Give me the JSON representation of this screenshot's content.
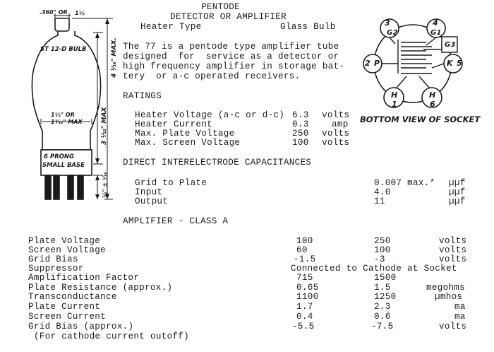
{
  "header": {
    "title": "PENTODE",
    "subtitle": "DETECTOR OR AMPLIFIER",
    "heater_type": "Heater Type",
    "bulb_type": "Glass Bulb"
  },
  "description": [
    "The 77 is a pentode type amplifier tube",
    "designed  for  service as a detector or",
    "high frequency amplifier in storage bat-",
    "tery  or a-c operated receivers."
  ],
  "tube_drawing": {
    "bulb_label_1": "ST 12-D BULB",
    "base_label_1": "6 PRONG",
    "base_label_2": "SMALL BASE",
    "top_dim": ".360\" OR",
    "cap_dim": "1½",
    "neck_dim_1": "1½\" OR",
    "neck_dim_2": "1³⁄₁₆\" MAX",
    "height_max": "4 ¹⁄₁₆\" MAX.",
    "body_max": "3 ¹⁄₃₂\" MAX",
    "base_dim": "½\" ± ¹⁄₁₆"
  },
  "socket": {
    "caption": "BOTTOM VIEW OF SOCKET",
    "pins": [
      {
        "num": "3",
        "label": "G2"
      },
      {
        "num": "4",
        "label": "G1"
      },
      {
        "num": "",
        "label": "G3"
      },
      {
        "num": "2",
        "label": "P"
      },
      {
        "num": "5",
        "label": "K"
      },
      {
        "num": "1",
        "label": "H"
      },
      {
        "num": "6",
        "label": "H"
      }
    ]
  },
  "ratings": {
    "heading": "RATINGS",
    "rows": [
      {
        "label": "Heater Voltage (a-c or d-c)",
        "value": "6.3",
        "unit": "volts"
      },
      {
        "label": "Heater Current",
        "value": "0.3",
        "unit": "amp"
      },
      {
        "label": "Max. Plate Voltage",
        "value": "250",
        "unit": "volts"
      },
      {
        "label": "Max. Screen Voltage",
        "value": "100",
        "unit": "volts"
      }
    ]
  },
  "capacitances": {
    "heading": "DIRECT INTERELECTRODE CAPACITANCES",
    "rows": [
      {
        "label": "Grid to Plate",
        "value": "0.007 max.*",
        "unit": "µµf"
      },
      {
        "label": "Input",
        "value": "4.0",
        "unit": "µµf"
      },
      {
        "label": "Output",
        "value": "11",
        "unit": "µµf"
      }
    ]
  },
  "amplifier": {
    "heading": "AMPLIFIER - CLASS A",
    "rows": [
      {
        "label": "Plate Voltage",
        "v1": "100",
        "v2": "250",
        "unit": "volts"
      },
      {
        "label": "Screen Voltage",
        "v1": "60",
        "v2": "100",
        "unit": "volts"
      },
      {
        "label": "Grid Bias",
        "v1": "-1.5",
        "v2": "-3",
        "unit": "volts"
      },
      {
        "label": "Suppressor",
        "span": "Connected to Cathode at Socket"
      },
      {
        "label": "Amplification Factor",
        "v1": "715",
        "v2": "1500",
        "unit": ""
      },
      {
        "label": "Plate Resistance (approx.)",
        "v1": "0.65",
        "v2": "1.5",
        "unit": "megohms"
      },
      {
        "label": "Transconductance",
        "v1": "1100",
        "v2": "1250",
        "unit": "µmhos"
      },
      {
        "label": "Plate Current",
        "v1": "1.7",
        "v2": "2.3",
        "unit": "ma"
      },
      {
        "label": "Screen Current",
        "v1": "0.4",
        "v2": "0.6",
        "unit": "ma"
      },
      {
        "label": "Grid Bias (approx.)",
        "v1": "-5.5",
        "v2": "-7.5",
        "unit": "volts"
      }
    ],
    "note": "(For cathode current outoff)"
  }
}
